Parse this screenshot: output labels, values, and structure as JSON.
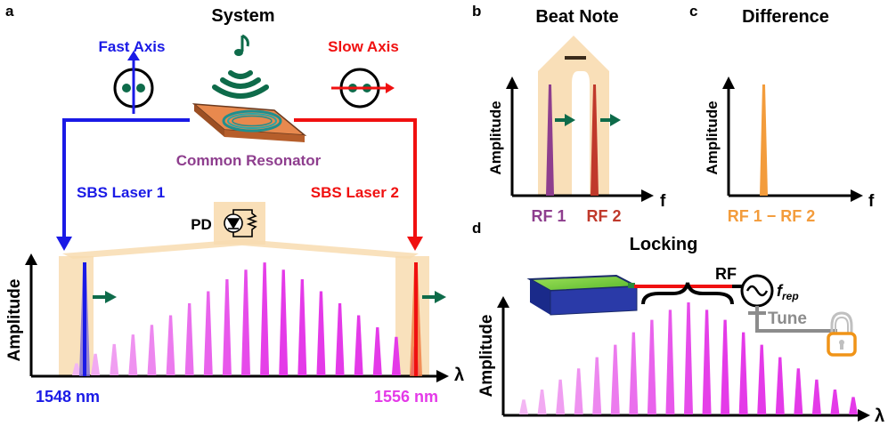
{
  "colors": {
    "blue": "#1a1ae6",
    "red": "#f01010",
    "purple": "#8e3e8e",
    "brown_red": "#c0392b",
    "orange": "#f39c3c",
    "magenta": "#e43ae8",
    "pink_light": "#f3b6f3",
    "green_arrow": "#0e6b4a",
    "beige": "#f8dcb0",
    "gray": "#8c8c8c",
    "lock_orange": "#f09418"
  },
  "panel_a": {
    "letter": "a",
    "title": "System",
    "fast_axis": "Fast Axis",
    "slow_axis": "Slow Axis",
    "resonator": "Common Resonator",
    "laser1": "SBS Laser 1",
    "laser2": "SBS Laser 2",
    "pd": "PD",
    "ylabel": "Amplitude",
    "xlabel": "λ",
    "left_wavelength": "1548 nm",
    "right_wavelength": "1556 nm",
    "comb_levels": [
      0.1,
      0.18,
      0.26,
      0.34,
      0.42,
      0.5,
      0.6,
      0.7,
      0.8,
      0.88,
      0.94,
      0.88,
      0.8,
      0.7,
      0.6,
      0.5,
      0.4,
      0.32,
      0.24
    ]
  },
  "panel_b": {
    "letter": "b",
    "title": "Beat Note",
    "ylabel": "Amplitude",
    "xlabel": "f",
    "rf1": "RF 1",
    "rf2": "RF 2"
  },
  "panel_c": {
    "letter": "c",
    "title": "Difference",
    "ylabel": "Amplitude",
    "xlabel": "f",
    "diff_label": "RF 1 − RF 2"
  },
  "panel_d": {
    "letter": "d",
    "title": "Locking",
    "rf": "RF",
    "frep": "f",
    "frep_sub": "rep",
    "tune": "Tune",
    "ylabel": "Amplitude",
    "xlabel": "λ",
    "comb_levels": [
      0.12,
      0.2,
      0.28,
      0.37,
      0.46,
      0.56,
      0.66,
      0.76,
      0.84,
      0.9,
      0.84,
      0.76,
      0.66,
      0.56,
      0.46,
      0.37,
      0.28,
      0.2,
      0.14
    ]
  }
}
